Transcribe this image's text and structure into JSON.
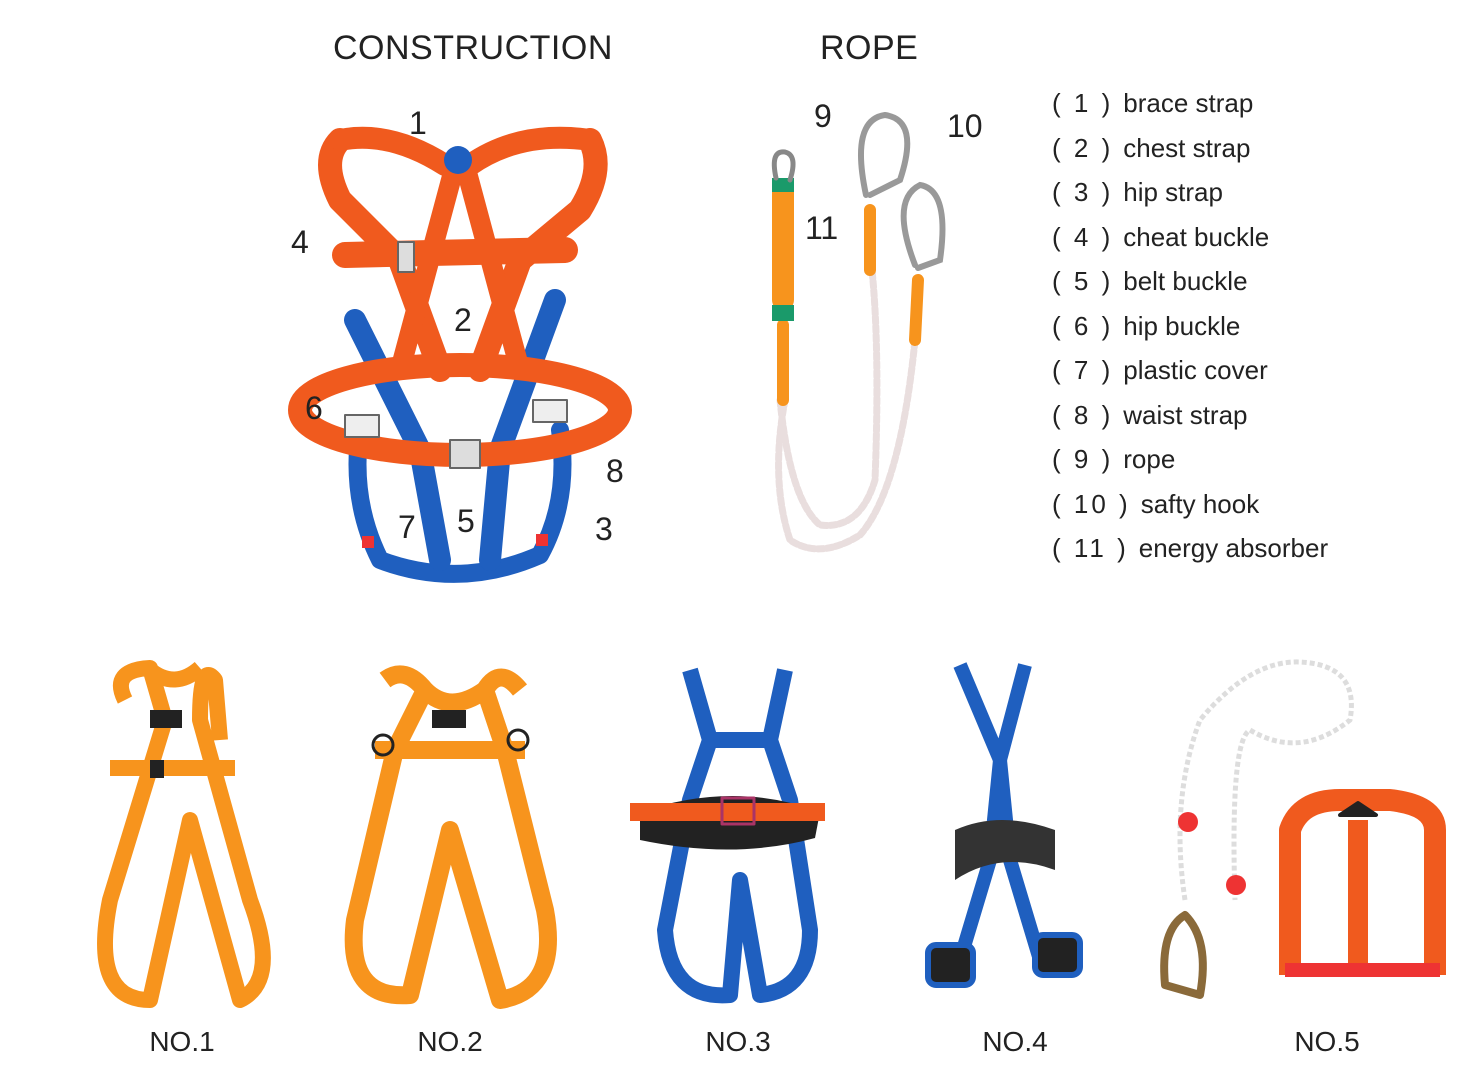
{
  "titles": {
    "construction": "CONSTRUCTION",
    "rope": "ROPE"
  },
  "callouts": [
    "1",
    "2",
    "3",
    "4",
    "5",
    "6",
    "7",
    "8",
    "9",
    "10",
    "11"
  ],
  "legend": [
    {
      "idx": "( 1 )",
      "label": "brace strap"
    },
    {
      "idx": "( 2 )",
      "label": "chest strap"
    },
    {
      "idx": "( 3 )",
      "label": "hip strap"
    },
    {
      "idx": "( 4 )",
      "label": "cheat buckle"
    },
    {
      "idx": "( 5 )",
      "label": "belt buckle"
    },
    {
      "idx": "( 6 )",
      "label": "hip buckle"
    },
    {
      "idx": "( 7 )",
      "label": "plastic cover"
    },
    {
      "idx": "( 8 )",
      "label": "waist strap"
    },
    {
      "idx": "( 9 )",
      "label": "rope"
    },
    {
      "idx": "( 10 )",
      "label": "safty hook"
    },
    {
      "idx": "( 11 )",
      "label": "energy absorber"
    }
  ],
  "products": [
    "NO.1",
    "NO.2",
    "NO.3",
    "NO.4",
    "NO.5"
  ],
  "colors": {
    "orange": "#f05a1e",
    "light_orange": "#f7941d",
    "blue": "#1f5fbf",
    "text": "#222222"
  }
}
